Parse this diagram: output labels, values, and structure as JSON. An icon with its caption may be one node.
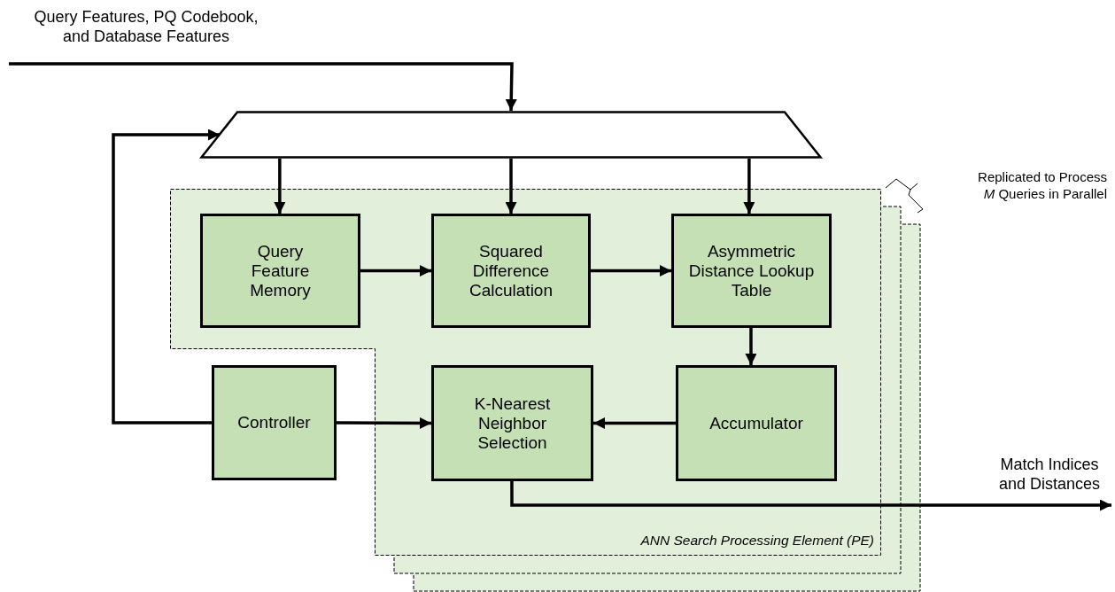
{
  "diagram": {
    "nodes": [
      {
        "text": [],
        "shape": "trapezoid"
      },
      {
        "text": [
          "ANN Search Processing Element (PE)"
        ]
      },
      {
        "text": [
          "Query Feature Memory"
        ],
        "in": 1
      },
      {
        "text": [
          "Squared Difference Calculation"
        ],
        "in": 1
      },
      {
        "text": [
          "Asymmetric Distance Lookup Table"
        ],
        "in": 1
      },
      {
        "text": [
          "Controller"
        ]
      },
      {
        "text": [
          "K-Nearest Neighbor Selection"
        ],
        "in": 1
      },
      {
        "text": [
          "Accumulator"
        ],
        "in": 1
      }
    ],
    "edges": [
      {
        "from": null,
        "to": 0,
        "arrow": "to",
        "label": "Query Features, PQ Codebook, and Database Features"
      },
      {
        "from": 0,
        "to": 2,
        "arrow": "to"
      },
      {
        "from": 0,
        "to": 3,
        "arrow": "to"
      },
      {
        "from": 0,
        "to": 4,
        "arrow": "to"
      },
      {
        "from": 2,
        "to": 3,
        "arrow": "to"
      },
      {
        "from": 3,
        "to": 4,
        "arrow": "to"
      },
      {
        "from": 4,
        "to": 7,
        "arrow": "to"
      },
      {
        "from": 7,
        "to": 6,
        "arrow": "to"
      },
      {
        "from": 5,
        "to": 6,
        "arrow": "to"
      },
      {
        "from": 5,
        "to": 0,
        "arrow": "to"
      },
      {
        "from": 6,
        "to": null,
        "arrow": "to",
        "label": "Match Indices and Distances"
      }
    ],
    "labels": [
      "Replicated to Process *M* Queries in Parallel"
    ]
  }
}
